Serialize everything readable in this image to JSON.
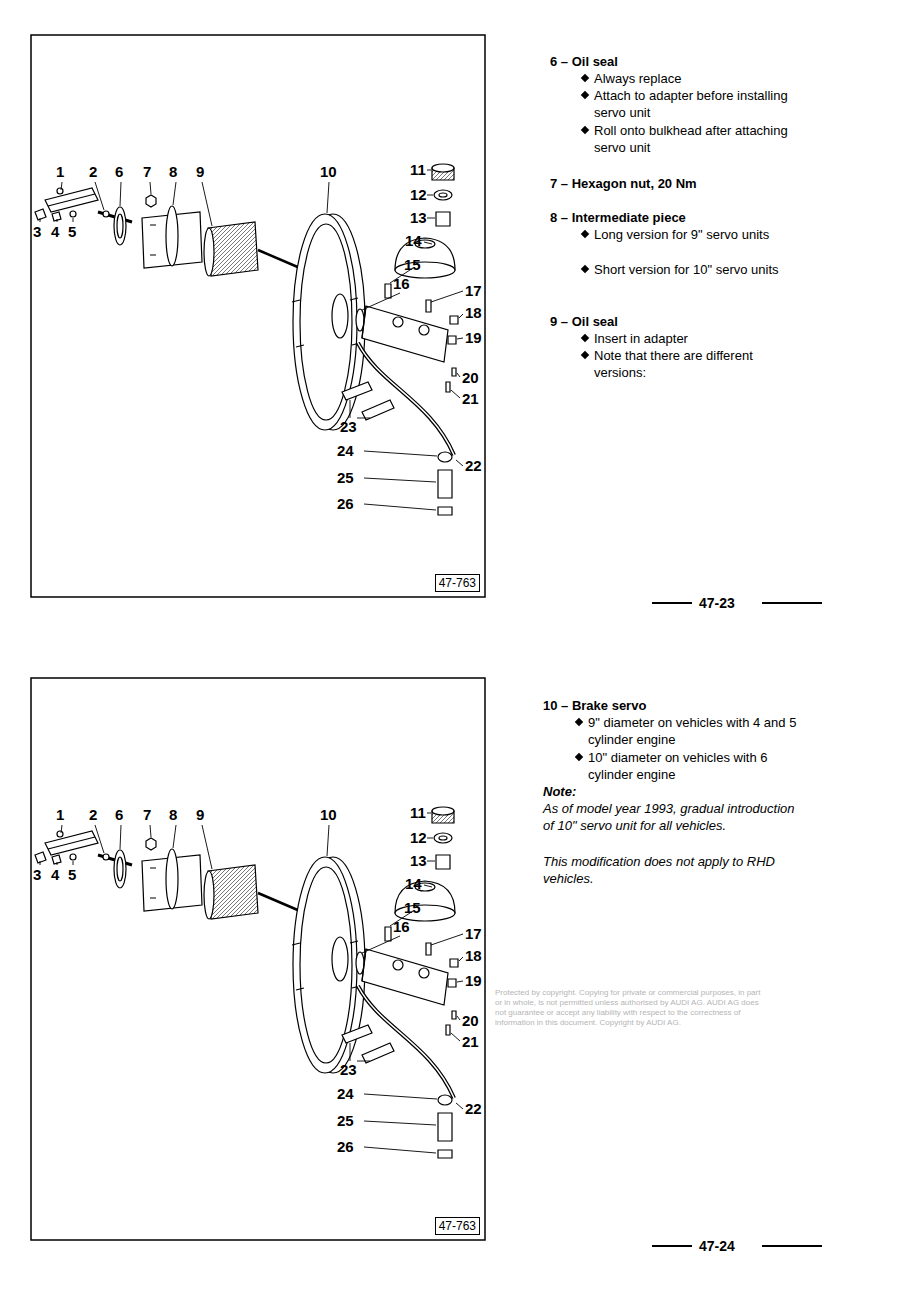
{
  "diagram": {
    "nodes": [
      {
        "text": [
          "47-763"
        ]
      },
      {
        "text": [
          "47-763"
        ]
      }
    ],
    "labels": [
      "1",
      "2",
      "6",
      "7",
      "8",
      "9",
      "10",
      "11",
      "12",
      "13",
      "14",
      "15",
      "16",
      "17",
      "18",
      "19",
      "20",
      "21",
      "23",
      "24",
      "25",
      "26",
      "22",
      "3",
      "4",
      "5",
      "6 – Oil seal",
      "Always replace",
      "Attach to adapter before installing servo unit",
      "Roll onto bulkhead after attaching servo unit",
      "7 – Hexagon nut, 20 Nm",
      "8 – Intermediate piece",
      "Long version for 9\" servo units",
      "Short version for 10\" servo units",
      "9 – Oil seal",
      "Insert in adapter",
      "Note that there are different versions:",
      "47-23",
      "1",
      "2",
      "6",
      "7",
      "8",
      "9",
      "10",
      "11",
      "12",
      "13",
      "14",
      "15",
      "16",
      "17",
      "18",
      "19",
      "20",
      "21",
      "23",
      "24",
      "25",
      "26",
      "22",
      "3",
      "4",
      "5",
      "10 – Brake servo",
      "9\" diameter on vehicles with 4 and 5 cylinder engine",
      "10\" diameter on vehicles with 6 cylinder engine",
      "Note:",
      "As of model year 1993, gradual introduction of 10\" servo unit for all vehicles.",
      "This modification does not apply to RHD vehicles.",
      "47-24",
      "Protected by copyright. Copying for private or commercial purposes, in part or in whole, is not permitted unless authorised by AUDI AG. AUDI AG does not guarantee or accept any liability with respect to the correctness of information in this document. Copyright by AUDI AG."
    ]
  }
}
